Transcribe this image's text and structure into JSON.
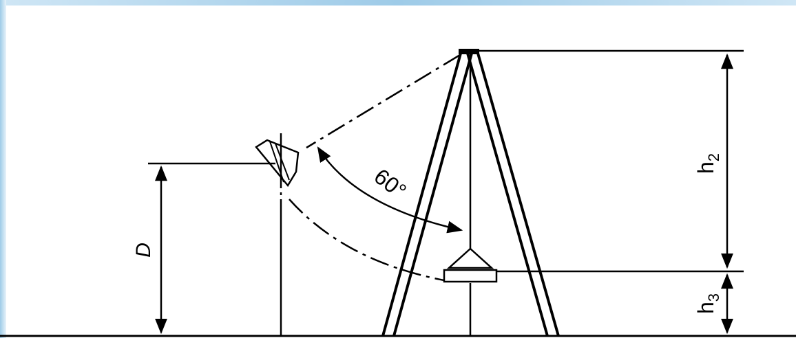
{
  "diagram": {
    "angle_label": "60°",
    "height_label_D": "D",
    "height_label_h2": {
      "base": "h",
      "sub": "2"
    },
    "height_label_h3": {
      "base": "h",
      "sub": "3"
    }
  },
  "colors": {
    "frame_blue": "#9cc8e6",
    "line": "#000000",
    "background": "#ffffff"
  }
}
